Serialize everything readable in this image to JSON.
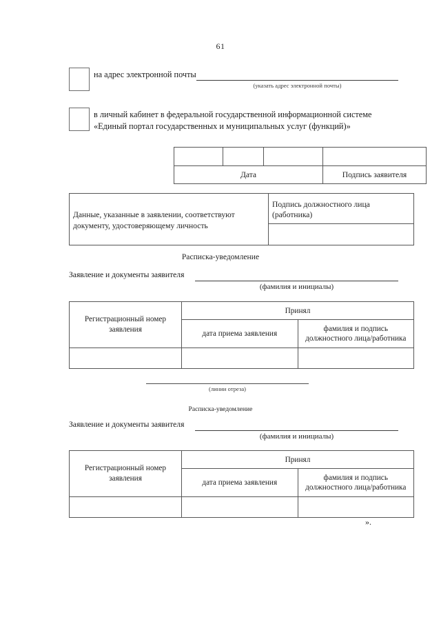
{
  "page": {
    "number": "61"
  },
  "delivery_options": [
    {
      "id": "email",
      "label": "на адрес электронной почты",
      "fill_caption": "(указать адрес электронной почты)",
      "checked": false
    },
    {
      "id": "gosuslugi-cabinet",
      "label_line_1": "в личный кабинет в федеральной государственной информационной системе",
      "label_line_2": "«Единый портал государственных и муниципальных услуг (функций)»",
      "checked": false
    }
  ],
  "date_signature_table": {
    "blank_cells": [
      "",
      "",
      ""
    ],
    "footer_date": "Дата",
    "footer_signature": "Подпись заявителя"
  },
  "conformity_table": {
    "statement_line_1": "Данные, указанные в заявлении, соответствуют",
    "statement_line_2": "документу, удостоверяющему личность",
    "official_signature_line_1": "Подпись должностного лица",
    "official_signature_line_2": "(работника)",
    "blank_left": "",
    "blank_right": ""
  },
  "receipt_first": {
    "title": "Расписка-уведомление",
    "applicant_label": "Заявление и документы заявителя",
    "applicant_caption": "(фамилия и инициалы)",
    "table": {
      "registration_number_header": "Регистрационный номер заявления",
      "accepted_header": "Принял",
      "sub_header_date": "дата приема заявления",
      "sub_header_name": "фамилия и подпись должностного лица/работника",
      "blank_registration": "",
      "blank_date": "",
      "blank_name": ""
    }
  },
  "cut_line": {
    "caption": "(линии отреза)"
  },
  "receipt_second": {
    "title": "Расписка-уведомление",
    "applicant_label": "Заявление и документы заявителя",
    "applicant_caption": "(фамилия и инициалы)",
    "table": {
      "registration_number_header": "Регистрационный номер заявления",
      "accepted_header": "Принял",
      "sub_header_date": "дата приема заявления",
      "sub_header_name": "фамилия и подпись должностного лица/работника",
      "blank_registration": "",
      "blank_date": "",
      "blank_name": ""
    }
  },
  "closing_mark": "».",
  "colors": {
    "text": "#1f1f1f",
    "border": "#555555",
    "rule": "#3a3a3a",
    "background": "#ffffff"
  }
}
